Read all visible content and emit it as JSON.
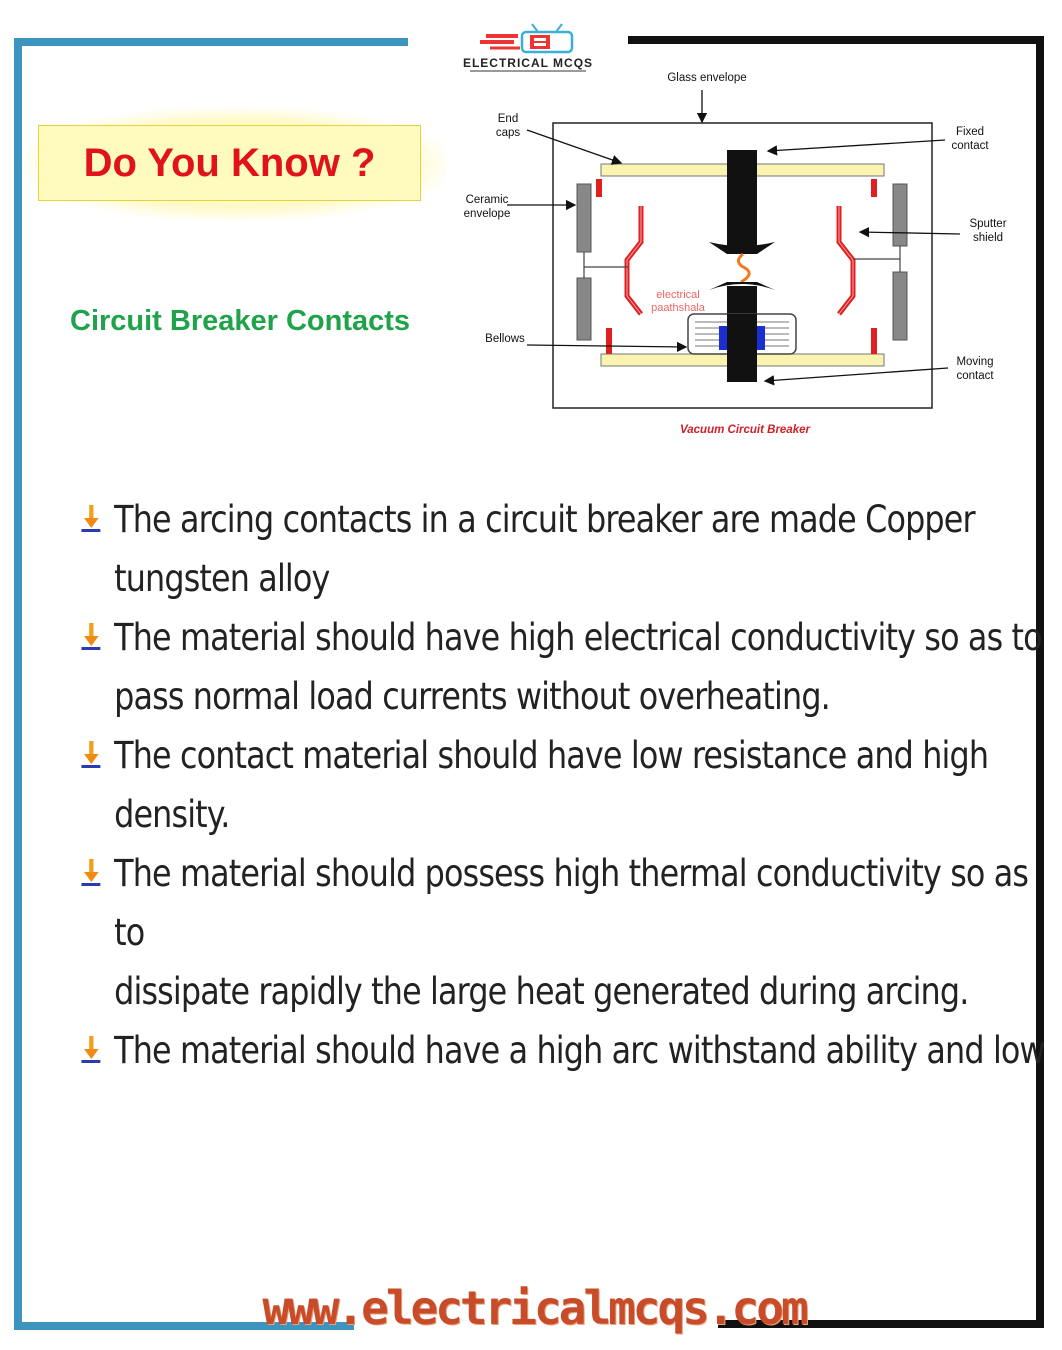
{
  "logo": {
    "text": "ELECTRICAL MCQS"
  },
  "banner": {
    "title": "Do You Know ?"
  },
  "section": {
    "title": "Circuit Breaker Contacts"
  },
  "diagram": {
    "labels": {
      "glass_envelope": "Glass envelope",
      "end_caps_1": "End",
      "end_caps_2": "caps",
      "fixed_contact_1": "Fixed",
      "fixed_contact_2": "contact",
      "ceramic_1": "Ceramic",
      "ceramic_2": "envelope",
      "sputter_1": "Sputter",
      "sputter_2": "shield",
      "watermark_1": "electrical",
      "watermark_2": "paathshala",
      "bellows": "Bellows",
      "moving_1": "Moving",
      "moving_2": "contact"
    },
    "caption": "Vacuum Circuit Breaker"
  },
  "bullets": [
    {
      "line1": "The arcing contacts in a circuit breaker are made Copper",
      "line2": "tungsten alloy"
    },
    {
      "line1": "The material should have high electrical conductivity so as to",
      "line2": "pass normal load currents without overheating."
    },
    {
      "line1": "The contact material should have low resistance and high",
      "line2": "density."
    },
    {
      "line1": "The material should possess high thermal conductivity so as to",
      "line2": "dissipate rapidly the large heat generated during arcing."
    },
    {
      "line1": "The material should have a high arc withstand ability and low",
      "line2": ""
    }
  ],
  "footer": {
    "website": "www.electricalmcqs.com"
  },
  "colors": {
    "frame_blue": "#3d94bf",
    "banner_red": "#e0131a",
    "section_green": "#1fa24a",
    "website": "#c84c2a"
  }
}
